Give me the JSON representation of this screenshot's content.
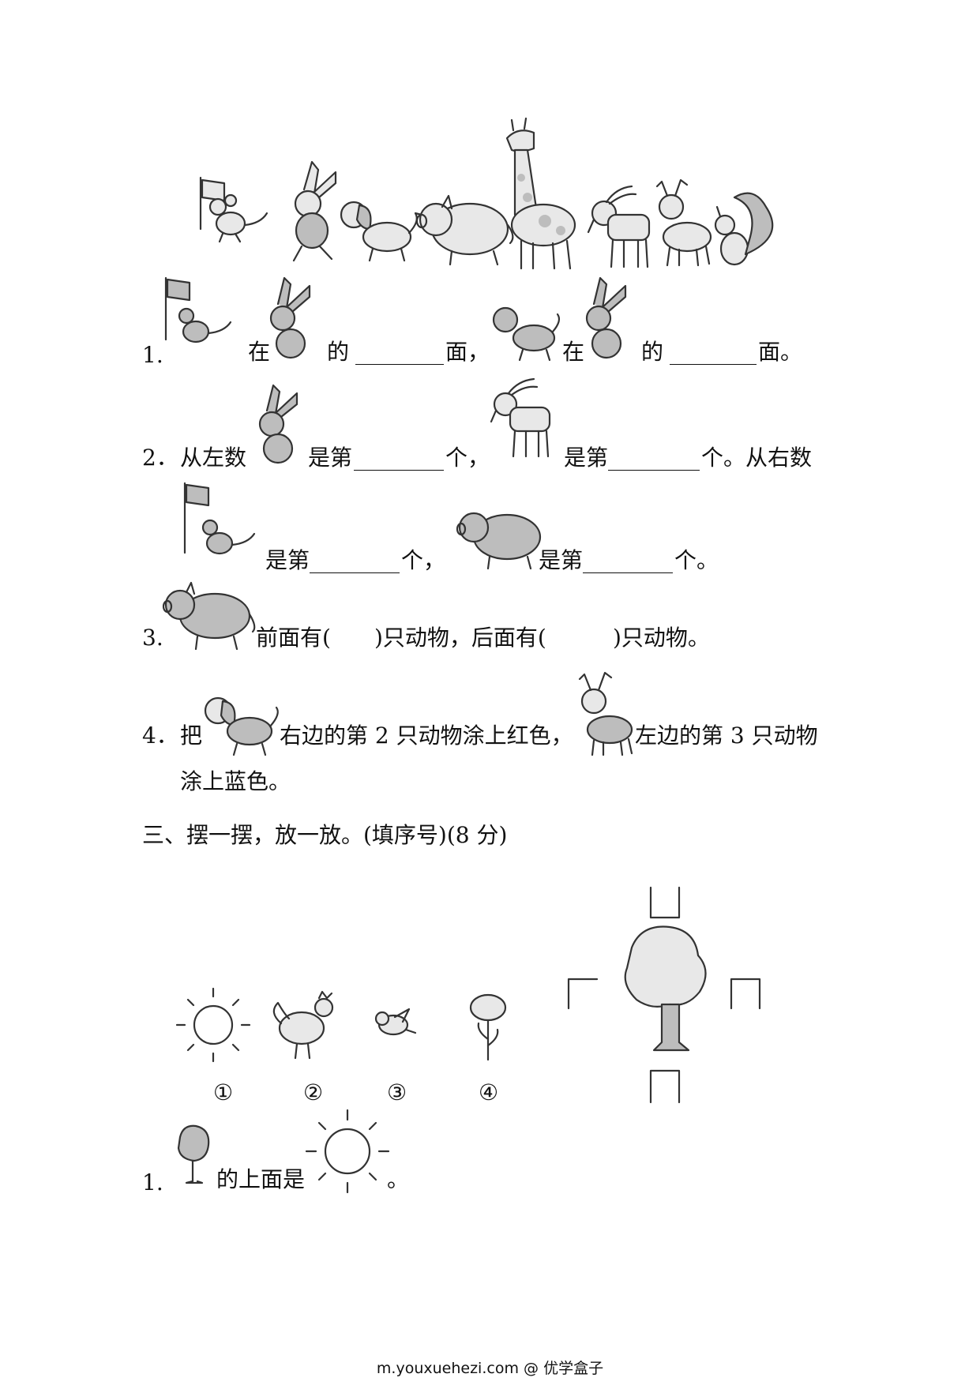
{
  "q1": {
    "number": "1.",
    "text_at": "在",
    "text_of": "的",
    "text_face": "面，",
    "text_at2": "在",
    "text_of2": "的",
    "text_face2": "面。"
  },
  "q2": {
    "number": "2．",
    "text_left": "从左数",
    "text_is1": "是第",
    "text_ge1": "个，",
    "text_is2": "是第",
    "text_ge2": "个。从右数",
    "text_is3": "是第",
    "text_ge3": "个，",
    "text_is4": "是第",
    "text_ge4": "个。"
  },
  "q3": {
    "number": "3.",
    "text_front": "前面有(",
    "text_mid": ")只动物，后面有(",
    "text_end": ")只动物。"
  },
  "q4": {
    "number": "4．",
    "text_ba": "把",
    "text_right": "右边的第 2 只动物涂上红色，",
    "text_left": "左边的第 3 只动物",
    "text_line2": "涂上蓝色。"
  },
  "section3": {
    "title": "三、摆一摆，放一放。(填序号)(8 分)"
  },
  "labels": [
    "①",
    "②",
    "③",
    "④"
  ],
  "sub1": {
    "number": "1.",
    "text_above": "的上面是",
    "text_end": "。"
  },
  "footer": {
    "url": "m.youxuehezi.com",
    "at": "@",
    "brand": "优学盒子"
  }
}
